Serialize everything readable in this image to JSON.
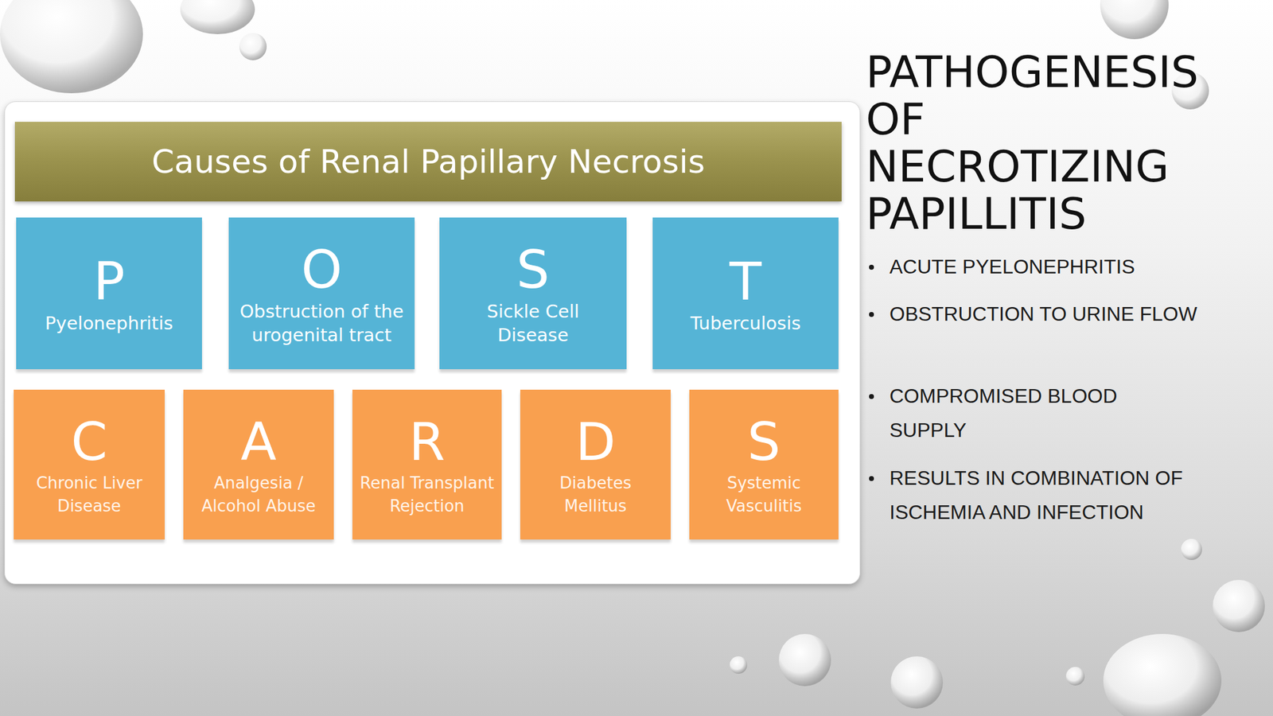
{
  "diagram": {
    "title": "PATHOGENESIS OF NECROTIZING PAPILLITIS",
    "nodes": [
      {
        "text": [
          "Causes of Renal Papillary Necrosis"
        ]
      },
      {
        "text": [
          "P",
          "Pyelonephritis"
        ]
      },
      {
        "text": [
          "O",
          "Obstruction of the urogenital tract"
        ]
      },
      {
        "text": [
          "S",
          "Sickle Cell Disease"
        ]
      },
      {
        "text": [
          "T",
          "Tuberculosis"
        ]
      },
      {
        "text": [
          "C",
          "Chronic Liver Disease"
        ]
      },
      {
        "text": [
          "A",
          "Analgesia / Alcohol Abuse"
        ]
      },
      {
        "text": [
          "R",
          "Renal Transplant Rejection"
        ]
      },
      {
        "text": [
          "D",
          "Diabetes Mellitus"
        ]
      },
      {
        "text": [
          "S",
          "Systemic Vasculitis"
        ]
      }
    ],
    "labels": [
      "ACUTE PYELONEPHRITIS",
      "OBSTRUCTION TO URINE FLOW",
      "COMPROMISED BLOOD SUPPLY",
      "RESULTS IN COMBINATION OF ISCHEMIA AND INFECTION"
    ]
  }
}
